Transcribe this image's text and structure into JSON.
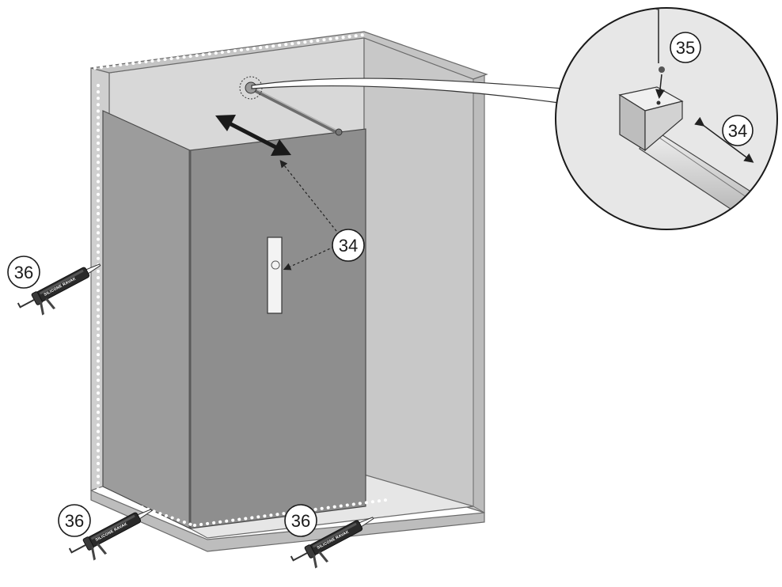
{
  "callouts": {
    "detail_screw": "35",
    "detail_bar": "34",
    "bar_pointer": "34",
    "left_gun": "36",
    "bottom_left_gun": "36",
    "bottom_right_gun": "36"
  },
  "sealant_label": "SILICONE RAVAK",
  "colors": {
    "glass_panel": "#8e8e8e",
    "shower_walls": "#d6d6d6",
    "shower_floor": "#e4e4e4",
    "outline": "#555555",
    "gun_body": "#2a2a2a",
    "silicone_dots": "#ffffff"
  }
}
